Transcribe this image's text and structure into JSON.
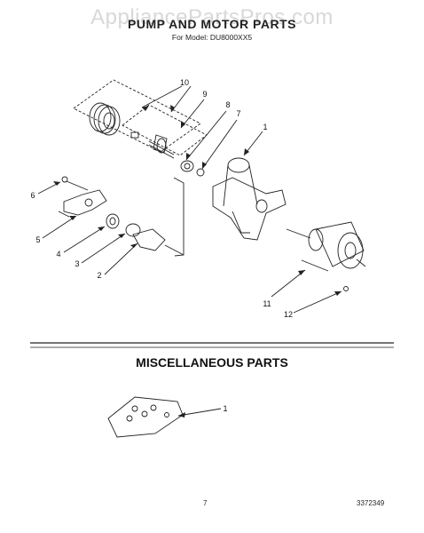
{
  "watermark": "AppliancePartsPros.com",
  "header": {
    "title": "PUMP AND MOTOR PARTS",
    "model_line": "For Model: DU8000XX5"
  },
  "pump_motor_callouts": [
    "1",
    "2",
    "3",
    "4",
    "5",
    "6",
    "7",
    "8",
    "9",
    "10",
    "11",
    "12"
  ],
  "misc": {
    "title": "MISCELLANEOUS PARTS",
    "callouts": [
      "1"
    ]
  },
  "footer": {
    "page_number": "7",
    "document_number": "3372349"
  }
}
